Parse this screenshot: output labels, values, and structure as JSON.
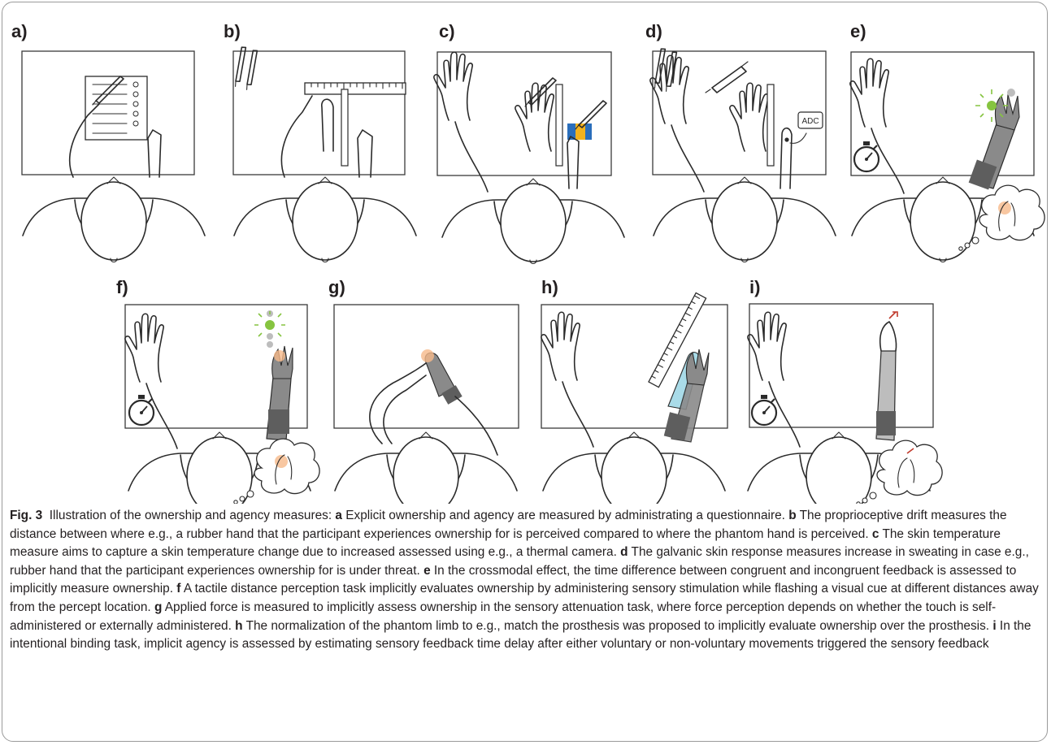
{
  "panels": {
    "a": "a)",
    "b": "b)",
    "c": "c)",
    "d": "d)",
    "e": "e)",
    "f": "f)",
    "g": "g)",
    "h": "h)",
    "i": "i)"
  },
  "device_labels": {
    "adc": "ADC"
  },
  "colors": {
    "prosthesis_gray": "#8a8a8a",
    "socket_dark": "#5e5e5e",
    "led_green": "#86c440",
    "led_gray": "#bdbdbd",
    "warm_glow": "#f6b98a",
    "probe_blue": "#2a6ebb",
    "probe_yellow": "#f2b21c",
    "stump_blue": "#a9dbe8",
    "marker_red": "#c0392b"
  },
  "caption": {
    "fig_label": "Fig. 3",
    "intro": "Illustration of the ownership and agency measures:",
    "items": [
      {
        "letter": "a",
        "text": "Explicit ownership and agency are measured by administrating a questionnaire."
      },
      {
        "letter": "b",
        "text": "The proprioceptive drift measures the distance between where e.g., a rubber hand that the participant experiences ownership for is perceived compared to where the phantom hand is perceived."
      },
      {
        "letter": "c",
        "text": "The skin temperature measure aims to capture a skin temperature change due to increased assessed using e.g., a thermal camera."
      },
      {
        "letter": "d",
        "text": "The galvanic skin response measures increase in sweating in case e.g., rubber hand that the participant experiences ownership for is under threat."
      },
      {
        "letter": "e",
        "text": "In the crossmodal effect, the time difference between congruent and incongruent feedback is assessed to implicitly measure ownership."
      },
      {
        "letter": "f",
        "text": "A tactile distance perception task implicitly evaluates ownership by administering sensory stimulation while flashing a visual cue at different distances away from the percept location."
      },
      {
        "letter": "g",
        "text": "Applied force is measured to implicitly assess ownership in the sensory attenuation task, where force perception depends on whether the touch is self-administered or externally administered."
      },
      {
        "letter": "h",
        "text": "The normalization of the phantom limb to e.g., match the prosthesis was proposed to implicitly evaluate ownership over the prosthesis."
      },
      {
        "letter": "i",
        "text": "In the intentional binding task, implicit agency is assessed by estimating sensory feedback time delay after either voluntary or non-voluntary movements triggered the sensory feedback"
      }
    ]
  }
}
